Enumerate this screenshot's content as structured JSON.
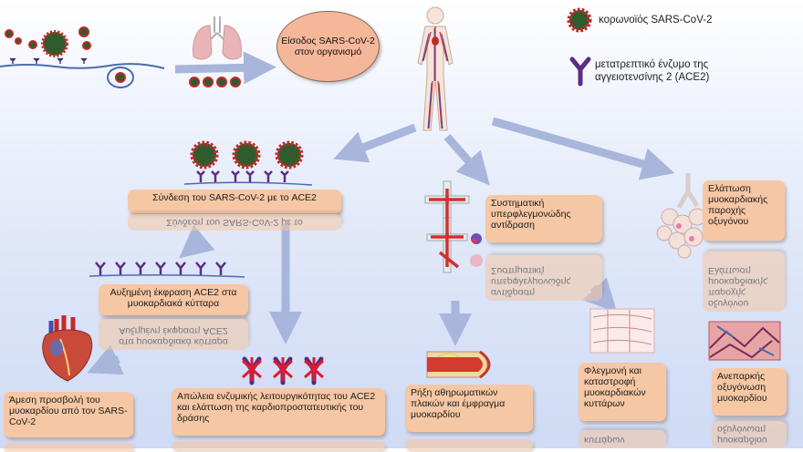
{
  "entry_label": "Είσοδος SARS-CoV-2 στον οργανισμό",
  "legend": {
    "virus_label": "κορωνοϊός SARS-CoV-2",
    "ace2_label": "μετατρεπτικό ένζυμο της αγγειοτενσίνης 2 (ACE2)"
  },
  "boxes": {
    "binding": "Σύνδεση του SARS-CoV-2 με το ACE2",
    "binding_reflection": "Σύνδεση του SARS-CoV-2 με το",
    "expression": "Αυξημένη έκφραση ACE2 στα μυοκαρδιακά κύτταρα",
    "expression_reflection": "στα μυοκαρδιακά κύτταρα Αυξημένη έκφραση ACE2",
    "direct": "Άμεση προσβολή του μυοκαρδίου από τον SARS-CoV-2",
    "loss": "Απώλεια ενζυμικής λειτουργικότητας του ACE2 και ελάττωση της καρδιοπροστατευτικής του δράσης",
    "systemic": "Συστηματική υπερφλεγμονώδης αντίδραση",
    "systemic_reflection": "αντίδραση υπερφλεγμονώδης Συστηματική",
    "plaque": "Ρήξη αθηρωματικών πλακών και έμφραγμα μυοκαρδίου",
    "inflammation": "Φλεγμονή και καταστροφή μυοκαρδιακών κυττάρων",
    "inflammation_reflection": "κυττάρων",
    "oxygen": "Ελάττωση μυοκαρδιακής παροχής οξυγόνου",
    "oxygen_reflection": "οξυγόνου παροχής μυοκαρδιακής Ελάττωση",
    "hypoxia": "Ανεπαρκής οξυγόνωση μυοκαρδίου",
    "hypoxia_reflection": "μυοκαρδίου οξυγόνωση"
  },
  "colors": {
    "box_fill": "#f6c7a4",
    "arrow": "#9fb0d8",
    "virus_red": "#c62828",
    "virus_green": "#2e5c2e",
    "ace2_purple": "#5b2d82",
    "vessel_red": "#d32f2f"
  },
  "icons": [
    "virus-icon",
    "ace2-receptor-icon",
    "lungs-icon",
    "human-circulatory-icon",
    "heart-icon",
    "blood-vessel-icon",
    "plaque-artery-icon",
    "myocardium-tissue-icon",
    "alveoli-icon",
    "cross-mark-icon"
  ]
}
